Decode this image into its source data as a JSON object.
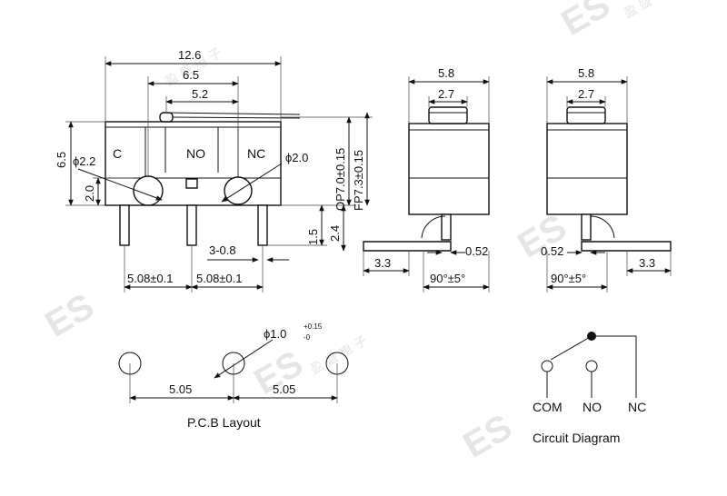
{
  "watermark": {
    "logo": "ES",
    "chars": "盈 盛 电 子"
  },
  "front_view": {
    "dim_overall_width": "12.6",
    "dim_width_mid": "6.5",
    "dim_width_inner": "5.2",
    "dim_height": "6.5",
    "dim_pin_center": "2.0",
    "hole_c": "ϕ2.2",
    "hole_nc": "ϕ2.0",
    "label_c": "C",
    "label_no": "NO",
    "label_nc": "NC",
    "dim_op": "OP7.0±0.15",
    "dim_fp": "FP7.3±0.15",
    "dim_1_5": "1.5",
    "dim_2_4": "2.4",
    "dim_pin_len": "3-0.8",
    "dim_pitch_left": "5.08±0.1",
    "dim_pitch_right": "5.08±0.1"
  },
  "side_view_left": {
    "dim_width": "5.8",
    "dim_actuator": "2.7",
    "dim_foot": "3.3",
    "dim_thickness": "0.52",
    "dim_angle": "90°±5°"
  },
  "side_view_right": {
    "dim_width": "5.8",
    "dim_actuator": "2.7",
    "dim_foot": "3.3",
    "dim_thickness": "0.52",
    "dim_angle": "90°±5°"
  },
  "pcb_layout": {
    "hole_dia": "ϕ1.0",
    "hole_tol_plus": "+0.15",
    "hole_tol_minus": "-0",
    "pitch_left": "5.05",
    "pitch_right": "5.05",
    "caption": "P.C.B Layout"
  },
  "circuit": {
    "com": "COM",
    "no": "NO",
    "nc": "NC",
    "caption": "Circuit Diagram"
  }
}
